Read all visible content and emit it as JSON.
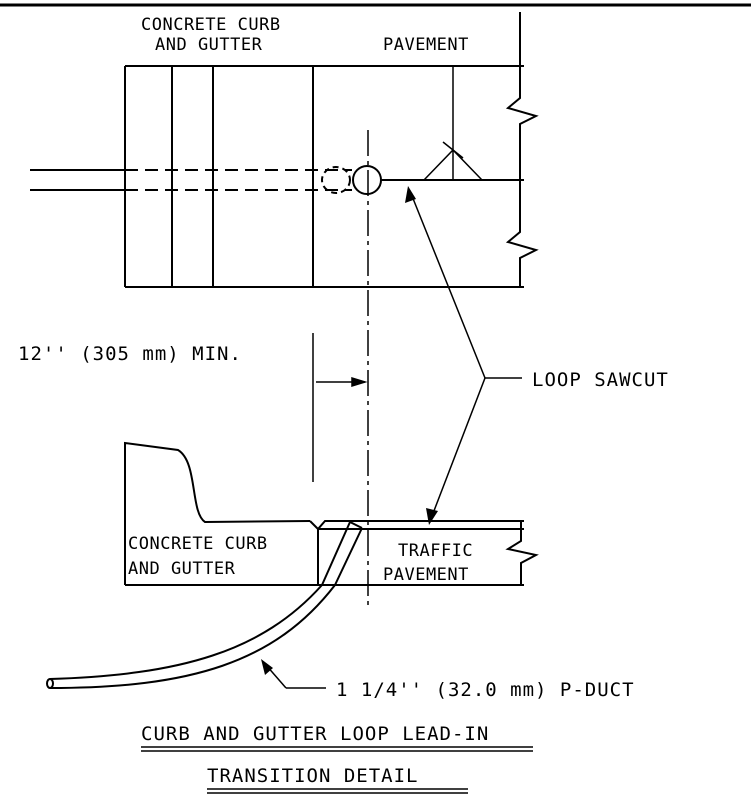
{
  "plan_view": {
    "curb_label_line1": "CONCRETE CURB",
    "curb_label_line2": "AND GUTTER",
    "pavement_label": "PAVEMENT"
  },
  "callouts": {
    "min_dimension": "12'' (305 mm) MIN.",
    "loop_sawcut": "LOOP SAWCUT",
    "p_duct": "1 1/4'' (32.0 mm) P-DUCT"
  },
  "section_view": {
    "curb_label_line1": "CONCRETE CURB",
    "curb_label_line2": "AND GUTTER",
    "traffic_label_line1": "TRAFFIC",
    "traffic_label_line2": "PAVEMENT"
  },
  "title": {
    "line1": "CURB AND GUTTER LOOP LEAD-IN",
    "line2": "TRANSITION DETAIL"
  }
}
